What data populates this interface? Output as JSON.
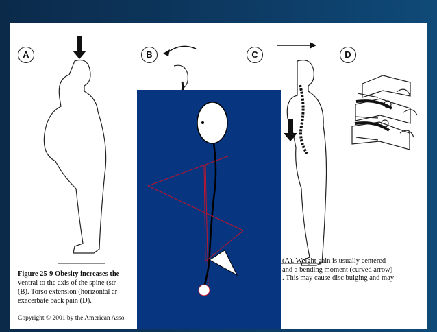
{
  "figure": {
    "panel_labels": [
      "A",
      "B",
      "C",
      "D"
    ],
    "caption_left_line1": "Figure 25-9 Obesity increases the",
    "caption_left_line2": "ventral to the axis of the spine (str",
    "caption_left_line3": "(B). Torso extension (horizontal ar",
    "caption_left_line4": "exacerbate back pain (D).",
    "caption_right_line1": "(A). Weight gain is usually centered",
    "caption_right_line2": "and a bending moment (curved arrow)",
    "caption_right_line3": ". This may cause disc bulging and may",
    "copyright": "Copyright © 2001 by the American Asso"
  },
  "colors": {
    "overlay": "#073580",
    "force_lines": "#c0152a",
    "page": "#ffffff"
  }
}
